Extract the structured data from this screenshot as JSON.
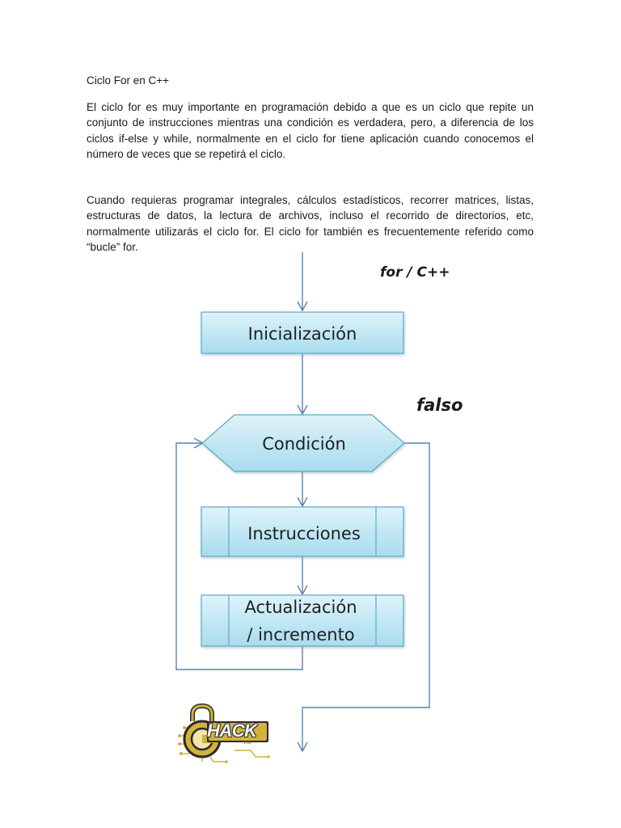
{
  "document": {
    "title": "Ciclo For en C++",
    "paragraph1": "El ciclo for es muy importante en programación debido a que es un ciclo que repite un conjunto de instrucciones mientras una condición es verdadera, pero, a diferencia de los ciclos if-else y while, normalmente en el ciclo for tiene aplicación cuando conocemos el número de veces que se repetirá el ciclo.",
    "paragraph2": "Cuando requieras programar integrales, cálculos estadísticos, recorrer matrices, listas, estructuras de datos, la lectura de archivos, incluso el recorrido de directorios, etc, normalmente utilizarás el ciclo for. El ciclo for también es frecuentemente referido como “bucle” for."
  },
  "flowchart": {
    "label": "for / C++",
    "init": "Inicialización",
    "condition": "Condición",
    "false_label": "falso",
    "instructions": "Instrucciones",
    "update_line1": "Actualización",
    "update_line2": "/ incremento",
    "colors": {
      "box_fill": "#bfe6f3",
      "box_stroke": "#5fa8c4",
      "arrow": "#5a82b4"
    }
  },
  "logo": {
    "text": "HACK",
    "sub": ".mx",
    "colors": {
      "primary": "#d4b23a",
      "dark": "#2b2b2b"
    }
  }
}
